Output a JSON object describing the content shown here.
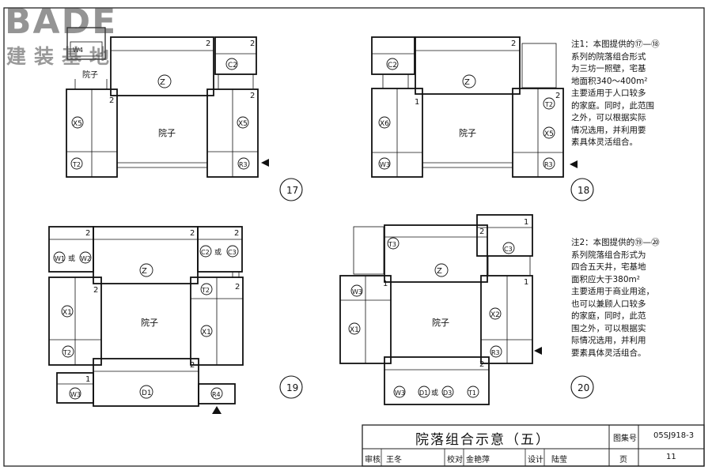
{
  "watermark": {
    "brand": "BADE",
    "subtitle": "建装基地"
  },
  "labels": {
    "courtyard": "院子",
    "or": "或",
    "n1": "1",
    "n2": "2",
    "Z": "Z",
    "C2": "C2",
    "C3": "C3",
    "X1": "X1",
    "X2": "X2",
    "X5": "X5",
    "X6": "X6",
    "T1": "T1",
    "T2": "T2",
    "T3": "T3",
    "R3": "R3",
    "R4": "R4",
    "W1": "W1",
    "W2": "W2",
    "W3": "W3",
    "W4": "W4",
    "D1": "D1",
    "D3": "D3"
  },
  "figures": {
    "f17": "17",
    "f18": "18",
    "f19": "19",
    "f20": "20"
  },
  "notes": {
    "note1": [
      "注1：本图提供的⑰—⑱",
      "系列的院落组合形式",
      "为三坊一照壁，宅基",
      "地面积340～400m²",
      "主要适用于人口较多",
      "的家庭。同时，此范围",
      "之外，可以根据实际",
      "情况选用，并利用要",
      "素具体灵活组合。"
    ],
    "note2": [
      "注2：本图提供的⑲—⑳",
      "系列院落组合形式为",
      "四合五天井，宅基地",
      "面积应大于380m²",
      "主要适用于商业用途，",
      "也可以兼顾人口较多",
      "的家庭，同时，此范",
      "围之外，可以根据实",
      "际情况选用，并利用",
      "要素具体灵活组合。"
    ]
  },
  "title_block": {
    "title": "院落组合示意（五）",
    "atlas_label": "图集号",
    "atlas_no": "05SJ918-3",
    "review_label": "审核",
    "reviewer": "王冬",
    "check_label": "校对",
    "checker": "金艳萍",
    "design_label": "设计",
    "designer": "陆莹",
    "page_label": "页",
    "page_no": "11"
  }
}
